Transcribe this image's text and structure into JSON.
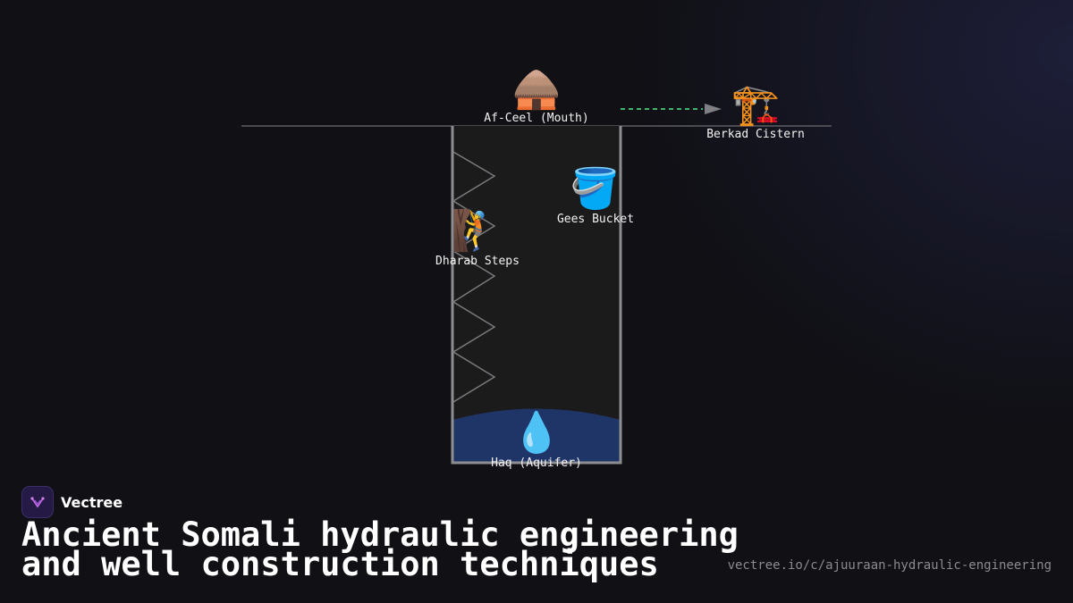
{
  "diagram": {
    "nodes": {
      "mouth": {
        "label": "Af-Ceel (Mouth)",
        "icon": "hut-icon"
      },
      "cistern": {
        "label": "Berkad Cistern",
        "icon": "construction-crane-icon"
      },
      "bucket": {
        "label": "Gees Bucket",
        "icon": "bucket-icon"
      },
      "steps": {
        "label": "Dharab Steps",
        "icon": "climber-icon"
      },
      "aquifer": {
        "label": "Haq (Aquifer)",
        "icon": "water-drop-icon"
      }
    },
    "colors": {
      "ground_line": "#4a4a50",
      "shaft_fill": "#1b1b1c",
      "shaft_wall": "#8e8e92",
      "steps_stroke": "#7a7a7e",
      "water": "#1f3467",
      "flow_arrow": "#3fb46a",
      "arrow_head": "#808084"
    }
  },
  "brand": {
    "name": "Vectree",
    "icon": "vectree-logo-icon"
  },
  "title": "Ancient Somali hydraulic engineering and well construction techniques",
  "url": "vectree.io/c/ajuuraan-hydraulic-engineering"
}
